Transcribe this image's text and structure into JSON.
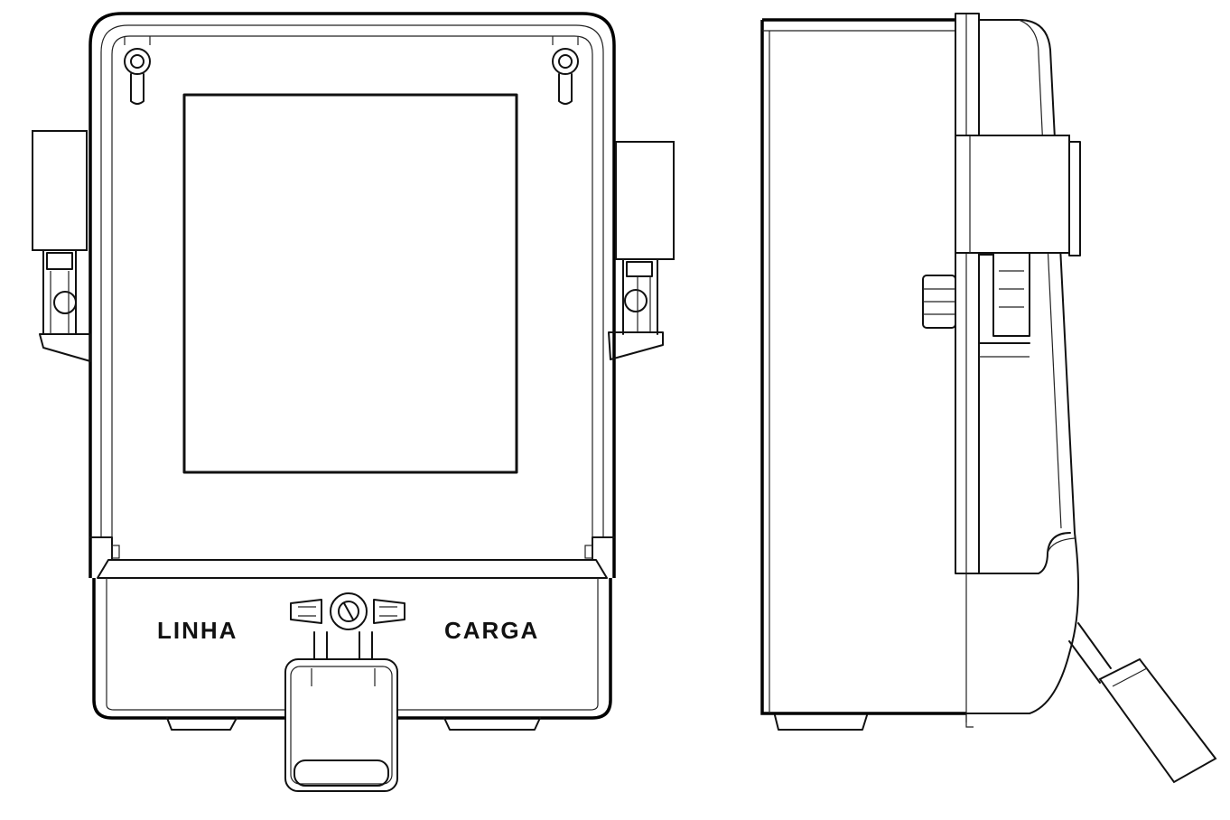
{
  "figure": {
    "views": [
      "front-view",
      "side-view"
    ],
    "labels": {
      "line_label": "LINHA",
      "load_label": "CARGA"
    },
    "colors": {
      "stroke": "#111111",
      "background": "#ffffff"
    }
  }
}
